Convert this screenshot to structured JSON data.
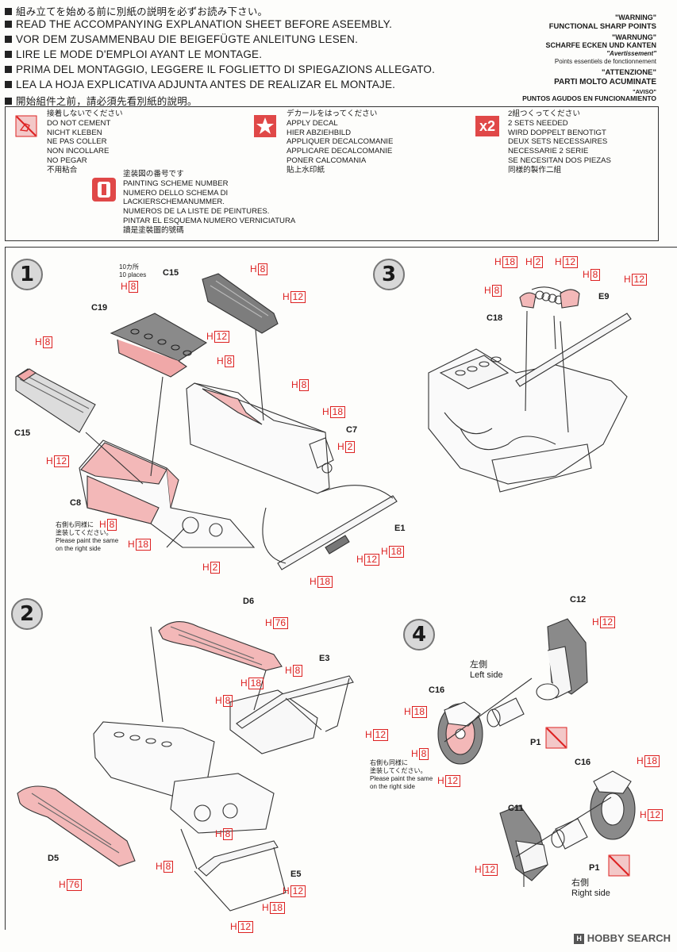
{
  "header": {
    "lines": [
      "組み立てを始める前に別紙の説明を必ずお読み下さい。",
      "READ THE ACCOMPANYING EXPLANATION SHEET BEFORE ASEEMBLY.",
      "VOR DEM ZUSAMMENBAU DIE BEIGEFÜGTE ANLEITUNG LESEN.",
      "LIRE LE MODE D'EMPLOI AYANT LE MONTAGE.",
      "PRIMA DEL MONTAGGIO, LEGGERE IL FOGLIETTO DI SPIEGAZIONS ALLEGATO.",
      "LEA LA HOJA EXPLICATIVA ADJUNTA ANTES DE REALIZAR EL MONTAJE.",
      "開始組件之前，請必須先看別紙的說明。"
    ],
    "warning": [
      "\"WARNING\"",
      "FUNCTIONAL SHARP POINTS",
      "\"WARNUNG\"",
      "SCHARFE ECKEN UND KANTEN",
      "\"Avertissement\"",
      "Points essentiels de fonctionnement",
      "\"ATTENZIONE\"",
      "PARTI MOLTO ACUMINATE",
      "\"AVISO\"",
      "PUNTOS AGUDOS EN FUNCIONAMIENTO"
    ]
  },
  "legend": {
    "no_cement": [
      "接着しないでください",
      "DO NOT CEMENT",
      "NICHT KLEBEN",
      "NE PAS COLLER",
      "NON INCOLLARE",
      "NO PEGAR",
      "不用粘合"
    ],
    "apply_decal": [
      "デカールをはってください",
      "APPLY DECAL",
      "HIER ABZIEHBILD",
      "APPLIQUER DECALCOMANIE",
      "APPLICARE DECALCOMANIE",
      "PONER CALCOMANIA",
      "貼上水印紙"
    ],
    "two_sets": [
      "2組つくってください",
      "2 SETS NEEDED",
      "WIRD DOPPELT BENOTIGT",
      "DEUX SETS NECESSAIRES",
      "NECESSARIE 2 SERIE",
      "SE NECESITAN DOS PIEZAS",
      "同樣的製作二組"
    ],
    "two_sets_icon": "x2",
    "painting": [
      "塗装図の番号です",
      "PAINTING SCHEME NUMBER",
      "NUMERO DELLO SCHEMA DI",
      "LACKIERSCHEMANUMMER.",
      "NUMEROS DE LA LISTE DE PEINTURES.",
      "PINTAR EL ESQUEMA NUMERO   VERNICIATURA",
      "讀是塗裝圖的號碼"
    ]
  },
  "steps": {
    "s1": {
      "num": "1",
      "places_jp": "10カ所",
      "places_en": "10 places",
      "parts": {
        "c15a": "C15",
        "c19": "C19",
        "c15b": "C15",
        "c8": "C8",
        "c7": "C7",
        "e1": "E1"
      },
      "note": [
        "右側も同様に",
        "塗装してください。",
        "Please paint the same",
        "on the right side"
      ]
    },
    "s2": {
      "num": "2",
      "parts": {
        "d6": "D6",
        "e3": "E3",
        "d5": "D5",
        "e5": "E5"
      }
    },
    "s3": {
      "num": "3",
      "parts": {
        "c18": "C18",
        "e9": "E9"
      }
    },
    "s4": {
      "num": "4",
      "parts": {
        "c12": "C12",
        "c16a": "C16",
        "p1a": "P1",
        "c16b": "C16",
        "c11": "C11",
        "p1b": "P1"
      },
      "left": [
        "左側",
        "Left side"
      ],
      "right": [
        "右側",
        "Right side"
      ],
      "note": [
        "右側も同様に",
        "塗装してください。",
        "Please paint the same",
        "on the right side"
      ]
    }
  },
  "paint_prefix": "H",
  "footer": "HOBBY SEARCH",
  "colors": {
    "paint": "#d22222",
    "part_fill": "#f4b7b7",
    "dark": "#555555"
  }
}
